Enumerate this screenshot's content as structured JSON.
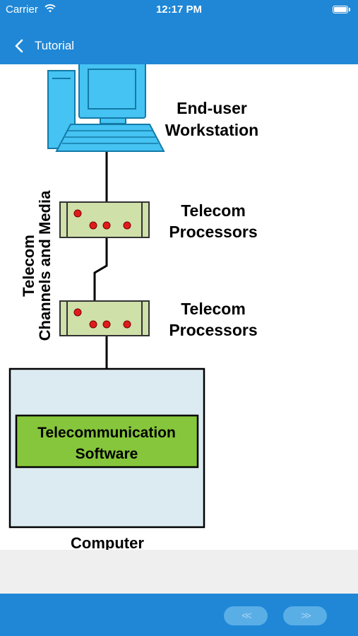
{
  "status_bar": {
    "carrier": "Carrier",
    "time": "12:17 PM"
  },
  "nav": {
    "back_label": "Tutorial"
  },
  "diagram": {
    "workstation_label_1": "End-user",
    "workstation_label_2": "Workstation",
    "processor_top_label_1": "Telecom",
    "processor_top_label_2": "Processors",
    "processor_bottom_label_1": "Telecom",
    "processor_bottom_label_2": "Processors",
    "channels_label_1": "Telecom",
    "channels_label_2": "Channels and Media",
    "software_label_1": "Telecommunication",
    "software_label_2": "Software",
    "computer_label": "Computer"
  },
  "pager": {
    "prev_label": "<<",
    "next_label": ">>"
  },
  "colors": {
    "accent": "#1f87d6",
    "monitor": "#45c3f2",
    "processor_box": "#cfe0a9",
    "led": "#e01b1b",
    "computer_box": "#dceaf2",
    "software_box": "#86c63c"
  }
}
